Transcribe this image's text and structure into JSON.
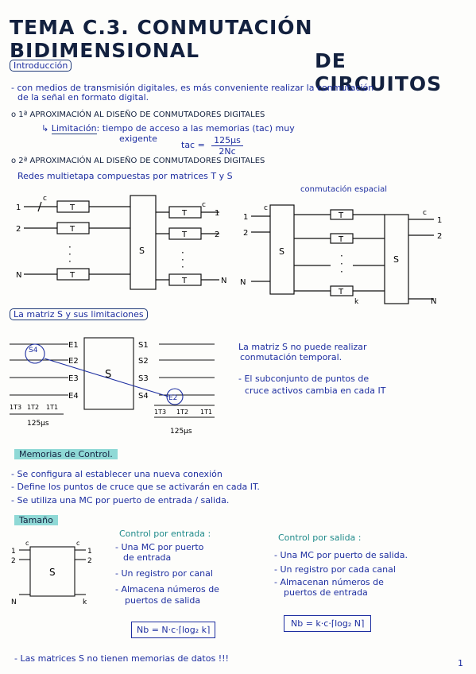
{
  "title": {
    "line1": "TEMA C.3. CONMUTACIÓN BIDIMENSIONAL",
    "line2": "DE CIRCUITOS"
  },
  "intro": {
    "heading": "Introducción",
    "bullet1": "- con medios de transmisión digitales, es más conveniente realizar la conmutación",
    "bullet1b": "de la señal en formato digital.",
    "first_approach": "o 1ª APROXIMACIÓN AL DISEÑO DE CONMUTADORES DIGITALES",
    "limitation_label": "Limitación",
    "limitation_text": ": tiempo de acceso a las memorias (tac) muy",
    "limitation_text2": "exigente",
    "tac_formula": "tac = ",
    "tac_num": "125μs",
    "tac_den": "2Nc",
    "second_approach": "o 2ª APROXIMACIÓN AL DISEÑO DE CONMUTADORES DIGITALES",
    "multistage": "Redes multietapa compuestas por matrices T y S",
    "spatial_note": "conmutación espacial"
  },
  "diagram1": {
    "input_labels": [
      "1",
      "2",
      "N"
    ],
    "output_labels": [
      "1",
      "2",
      "N"
    ],
    "block": "T",
    "switch": "S",
    "c_label": "c"
  },
  "diagram2": {
    "input_labels": [
      "1",
      "2",
      "N"
    ],
    "output_labels": [
      "1",
      "2",
      "N"
    ],
    "block": "T",
    "switch": "S",
    "c_label": "c",
    "k_label": "k"
  },
  "matrix_section": {
    "heading": "La matriz S y sus limitaciones",
    "inputs": [
      "E1",
      "E2",
      "E3",
      "E4"
    ],
    "outputs": [
      "S1",
      "S2",
      "S3",
      "S4"
    ],
    "switch": "S",
    "slot_left": [
      "1T3",
      "1T2",
      "1T1"
    ],
    "slot_right": [
      "1T3",
      "1T2",
      "1T1"
    ],
    "time_left": "125μs",
    "time_right": "125μs",
    "circle_left": "S4",
    "circle_right": "E2",
    "note1a": "La matriz S no puede realizar",
    "note1b": "conmutación temporal.",
    "note2a": "- El subconjunto de puntos de",
    "note2b": "cruce activos cambia en cada IT"
  },
  "control": {
    "heading": "Memorias de Control.",
    "b1": "- Se configura al establecer una nueva conexión",
    "b2": "- Define los puntos de cruce que se activarán en cada IT.",
    "b3": "- Se utiliza una MC por puerto de entrada / salida."
  },
  "size": {
    "heading": "Tamaño",
    "inputs_title": "Control por entrada :",
    "in1a": "- Una MC por puerto",
    "in1b": "de entrada",
    "in2": "- Un registro por canal",
    "in3a": "- Almacena números de",
    "in3b": "puertos de salida",
    "formula_in": "Nb = N·c·⌈log₂ k⌉",
    "outputs_title": "Control por salida :",
    "out1": "- Una MC por puerto de salida.",
    "out2": "- Un registro por cada canal",
    "out3a": "- Almacenan números de",
    "out3b": "puertos de entrada",
    "formula_out": "Nb = k·c·⌈log₂ N⌉",
    "diagram_switch": "S",
    "diagram_left": [
      "c",
      "1",
      "2",
      "N"
    ],
    "diagram_right": [
      "c",
      "1",
      "2",
      "k"
    ]
  },
  "footer": {
    "text": "- Las matrices S no tienen memorias de datos !!!",
    "page": "1"
  }
}
